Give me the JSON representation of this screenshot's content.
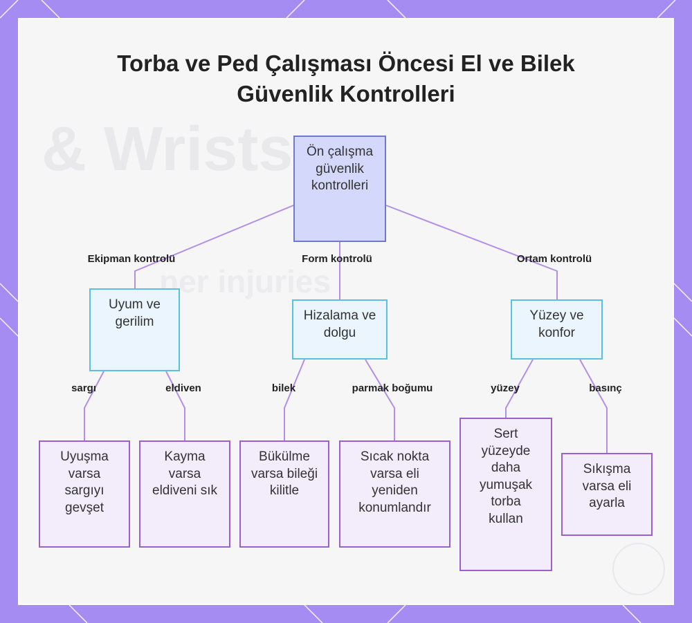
{
  "title": "Torba ve Ped Çalışması Öncesi El ve Bilek Güvenlik Kontrolleri",
  "watermark": {
    "line1": "& Wrists",
    "line2": "ner injuries"
  },
  "colors": {
    "background": "#a58cf2",
    "card": "#f6f6f7",
    "root_fill": "#d4d8fb",
    "root_border": "#6f79c9",
    "category_fill": "#eaf5fd",
    "category_border": "#5bbfe2",
    "leaf_fill": "#f2ecfb",
    "leaf_border": "#9a60d1",
    "edge": "#b28fe6"
  },
  "nodes": {
    "root": "Ön çalışma güvenlik kontrolleri",
    "fit": "Uyum ve gerilim",
    "align": "Hizalama ve dolgu",
    "surface": "Yüzey ve konfor",
    "loosen": "Uyuşma varsa sargıyı gevşet",
    "tighten": "Kayma varsa eldiveni sık",
    "lockwrist": "Bükülme varsa bileği kilitle",
    "reposition": "Sıcak nokta varsa eli yeniden konumlandır",
    "softbag": "Sert yüzeyde daha yumuşak torba kullan",
    "adjust": "Sıkışma varsa eli ayarla"
  },
  "edges": {
    "equipment": "Ekipman kontrolü",
    "form": "Form kontrolü",
    "environment": "Ortam kontrolü",
    "wrap": "sargı",
    "glove": "eldiven",
    "wrist": "bilek",
    "knuckle": "parmak boğumu",
    "surface": "yüzey",
    "pressure": "basınç"
  }
}
